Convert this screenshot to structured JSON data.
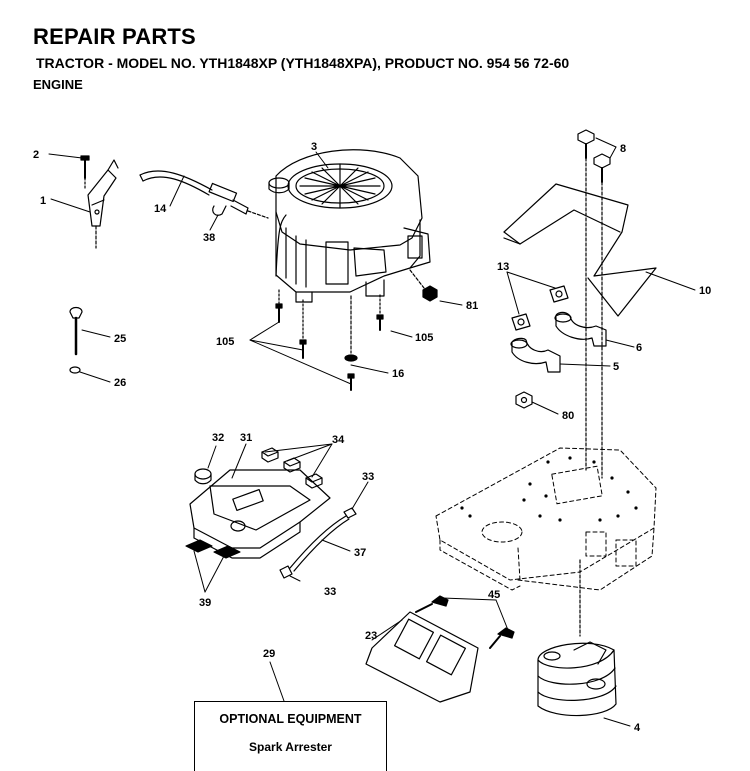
{
  "header": {
    "title": "REPAIR PARTS",
    "subtitle": "TRACTOR - MODEL NO. YTH1848XP (YTH1848XPA), PRODUCT NO. 954 56 72-60",
    "section": "ENGINE"
  },
  "callouts": {
    "c1": "1",
    "c2": "2",
    "c3": "3",
    "c4": "4",
    "c5": "5",
    "c6": "6",
    "c8": "8",
    "c10": "10",
    "c13": "13",
    "c14": "14",
    "c16": "16",
    "c23": "23",
    "c25": "25",
    "c26": "26",
    "c29": "29",
    "c31": "31",
    "c32": "32",
    "c33a": "33",
    "c33b": "33",
    "c34": "34",
    "c37": "37",
    "c38": "38",
    "c39": "39",
    "c45": "45",
    "c80": "80",
    "c81": "81",
    "c105a": "105",
    "c105b": "105"
  },
  "optional_equipment": {
    "heading": "OPTIONAL EQUIPMENT",
    "item": "Spark Arrester"
  }
}
